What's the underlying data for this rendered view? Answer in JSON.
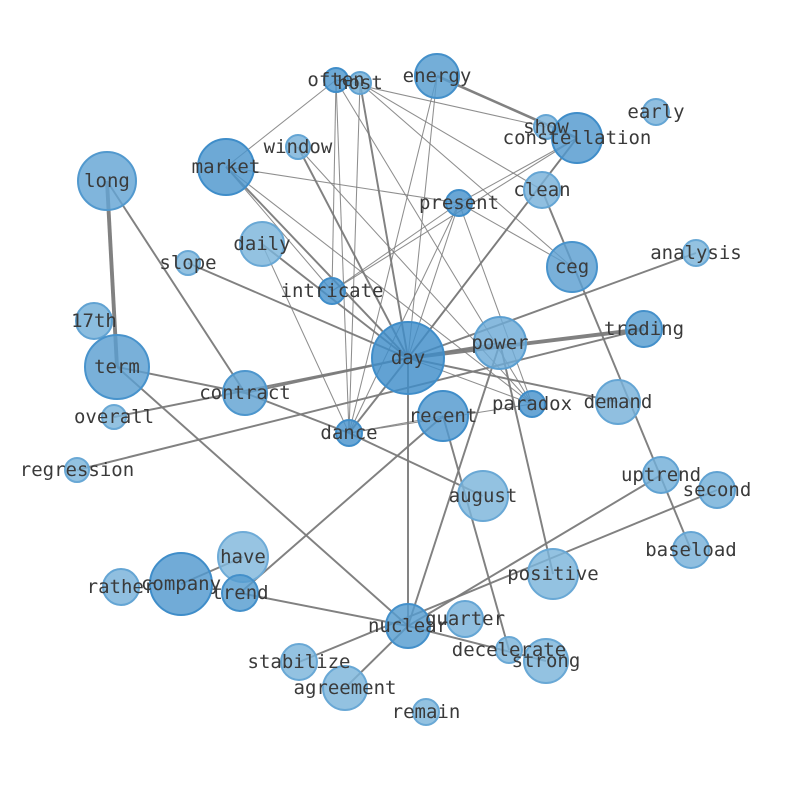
{
  "graph": {
    "node_color": "#3f8dc9",
    "node_color_light": "#9cc9e4",
    "edge_color": "#7a7a7a",
    "label_color": "#3a3a3a",
    "nodes": [
      {
        "id": "often",
        "label": "often"
      },
      {
        "id": "host",
        "label": "host"
      },
      {
        "id": "energy",
        "label": "energy"
      },
      {
        "id": "early",
        "label": "early"
      },
      {
        "id": "show",
        "label": "show"
      },
      {
        "id": "constellation",
        "label": "constellation"
      },
      {
        "id": "window",
        "label": "window"
      },
      {
        "id": "market",
        "label": "market"
      },
      {
        "id": "long",
        "label": "long"
      },
      {
        "id": "clean",
        "label": "clean"
      },
      {
        "id": "present",
        "label": "present"
      },
      {
        "id": "daily",
        "label": "daily"
      },
      {
        "id": "slope",
        "label": "slope"
      },
      {
        "id": "analysis",
        "label": "analysis"
      },
      {
        "id": "ceg",
        "label": "ceg"
      },
      {
        "id": "intricate",
        "label": "intricate"
      },
      {
        "id": "17th",
        "label": "17th"
      },
      {
        "id": "trading",
        "label": "trading"
      },
      {
        "id": "term",
        "label": "term"
      },
      {
        "id": "power",
        "label": "power"
      },
      {
        "id": "day",
        "label": "day"
      },
      {
        "id": "contract",
        "label": "contract"
      },
      {
        "id": "paradox",
        "label": "paradox"
      },
      {
        "id": "demand",
        "label": "demand"
      },
      {
        "id": "overall",
        "label": "overall"
      },
      {
        "id": "recent",
        "label": "recent"
      },
      {
        "id": "dance",
        "label": "dance"
      },
      {
        "id": "regression",
        "label": "regression"
      },
      {
        "id": "uptrend",
        "label": "uptrend"
      },
      {
        "id": "second",
        "label": "second"
      },
      {
        "id": "august",
        "label": "august"
      },
      {
        "id": "baseload",
        "label": "baseload"
      },
      {
        "id": "have",
        "label": "have"
      },
      {
        "id": "positive",
        "label": "positive"
      },
      {
        "id": "company",
        "label": "company"
      },
      {
        "id": "rather",
        "label": "rather"
      },
      {
        "id": "trend",
        "label": "trend"
      },
      {
        "id": "quarter",
        "label": "quarter"
      },
      {
        "id": "nuclear",
        "label": "nuclear"
      },
      {
        "id": "decelerate",
        "label": "decelerate"
      },
      {
        "id": "strong",
        "label": "strong"
      },
      {
        "id": "stabilize",
        "label": "stabilize"
      },
      {
        "id": "agreement",
        "label": "agreement"
      },
      {
        "id": "remain",
        "label": "remain"
      }
    ],
    "edges": [
      [
        "long",
        "term",
        3
      ],
      [
        "day",
        "trading",
        3
      ],
      [
        "energy",
        "constellation",
        2
      ],
      [
        "long",
        "contract",
        1.5
      ],
      [
        "term",
        "contract",
        1.5
      ],
      [
        "term",
        "nuclear",
        1.5
      ],
      [
        "contract",
        "day",
        1.5
      ],
      [
        "contract",
        "dance",
        1.5
      ],
      [
        "overall",
        "day",
        1.5
      ],
      [
        "slope",
        "day",
        1.5
      ],
      [
        "day",
        "analysis",
        1.5
      ],
      [
        "day",
        "constellation",
        1.5
      ],
      [
        "day",
        "nuclear",
        1.5
      ],
      [
        "day",
        "power",
        1.5
      ],
      [
        "day",
        "demand",
        1.5
      ],
      [
        "day",
        "host",
        1.5
      ],
      [
        "day",
        "market",
        1.5
      ],
      [
        "day",
        "daily",
        1.5
      ],
      [
        "day",
        "window",
        1.5
      ],
      [
        "day",
        "dance",
        1.5
      ],
      [
        "regression",
        "trading",
        1.5
      ],
      [
        "power",
        "positive",
        1.5
      ],
      [
        "recent",
        "trend",
        1.5
      ],
      [
        "recent",
        "decelerate",
        1.5
      ],
      [
        "dance",
        "august",
        1.5
      ],
      [
        "company",
        "have",
        1.5
      ],
      [
        "trend",
        "nuclear",
        1.5
      ],
      [
        "nuclear",
        "uptrend",
        1.5
      ],
      [
        "nuclear",
        "agreement",
        1.5
      ],
      [
        "nuclear",
        "strong",
        1.5
      ],
      [
        "nuclear",
        "power",
        1.5
      ],
      [
        "stabilize",
        "second",
        1.5
      ],
      [
        "clean",
        "baseload",
        1.5
      ],
      [
        "often",
        "host",
        1
      ],
      [
        "often",
        "market",
        0.8
      ],
      [
        "often",
        "dance",
        0.8
      ],
      [
        "often",
        "intricate",
        0.8
      ],
      [
        "often",
        "paradox",
        0.8
      ],
      [
        "often",
        "show",
        0.8
      ],
      [
        "host",
        "dance",
        0.8
      ],
      [
        "host",
        "ceg",
        0.8
      ],
      [
        "host",
        "clean",
        0.8
      ],
      [
        "energy",
        "dance",
        0.8
      ],
      [
        "energy",
        "day",
        0.8
      ],
      [
        "market",
        "present",
        0.8
      ],
      [
        "market",
        "intricate",
        0.8
      ],
      [
        "market",
        "paradox",
        0.8
      ],
      [
        "present",
        "intricate",
        0.8
      ],
      [
        "present",
        "dance",
        0.8
      ],
      [
        "present",
        "day",
        0.8
      ],
      [
        "present",
        "ceg",
        0.8
      ],
      [
        "present",
        "paradox",
        0.8
      ],
      [
        "constellation",
        "intricate",
        0.8
      ],
      [
        "constellation",
        "present",
        0.8
      ],
      [
        "constellation",
        "day",
        0.8
      ],
      [
        "daily",
        "dance",
        0.8
      ],
      [
        "dance",
        "recent",
        0.8
      ],
      [
        "dance",
        "paradox",
        0.8
      ],
      [
        "paradox",
        "window",
        0.8
      ],
      [
        "day",
        "paradox",
        0.8
      ]
    ]
  }
}
